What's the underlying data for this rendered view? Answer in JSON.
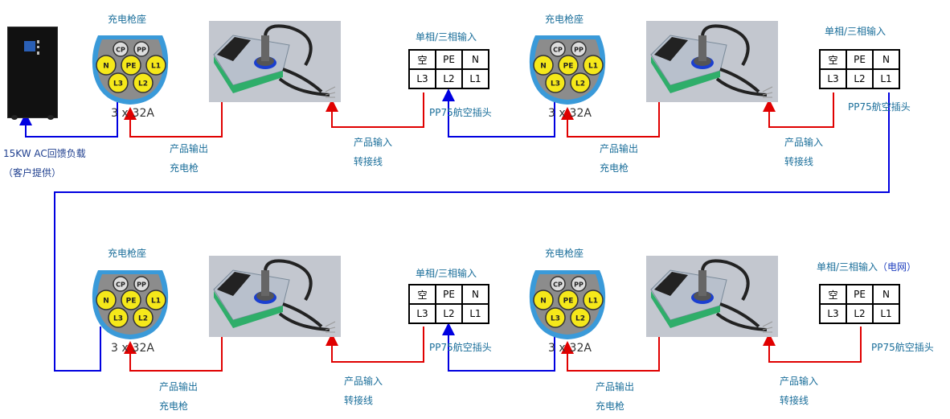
{
  "load": {
    "title": "15KW AC回馈负载",
    "subtitle": "（客户提供）"
  },
  "socket_label": "充电枪座",
  "socket_pins": [
    "CP",
    "PP",
    "N",
    "PE",
    "L1",
    "L3",
    "L2"
  ],
  "socket_rating": {
    "count": "3 x",
    "current": "32A"
  },
  "product_output": {
    "line1": "产品输出",
    "line2": "充电枪"
  },
  "product_input": {
    "line1": "产品输入",
    "line2": "转接线"
  },
  "plug_label": "PP75航空插头",
  "input_title": "单相/三相输入",
  "input_title_grid": "单相/三相输入",
  "input_title_grid_suffix": "（电网）",
  "plug_table": {
    "row1": [
      "空",
      "PE",
      "N"
    ],
    "row2": [
      "L3",
      "L2",
      "L1"
    ]
  },
  "colors": {
    "blue_wire": "#0000e0",
    "red_wire": "#e00000",
    "label_teal": "#1a6e9a",
    "socket_ring": "#3a9ad9",
    "pin_yellow": "#f5e81a"
  }
}
